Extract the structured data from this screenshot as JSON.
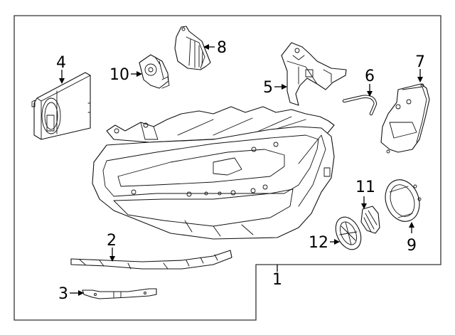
{
  "diagram": {
    "title": "Headlamp assembly parts diagram",
    "colors": {
      "line": "#111111",
      "background": "#ffffff",
      "frame": "#333333"
    },
    "callouts": [
      {
        "id": "1",
        "label": "1",
        "part": "headlamp-assembly"
      },
      {
        "id": "2",
        "label": "2",
        "part": "lower-bracket"
      },
      {
        "id": "3",
        "label": "3",
        "part": "small-bracket"
      },
      {
        "id": "4",
        "label": "4",
        "part": "control-module"
      },
      {
        "id": "5",
        "label": "5",
        "part": "upper-bracket"
      },
      {
        "id": "6",
        "label": "6",
        "part": "hose"
      },
      {
        "id": "7",
        "label": "7",
        "part": "side-module"
      },
      {
        "id": "8",
        "label": "8",
        "part": "cover"
      },
      {
        "id": "9",
        "label": "9",
        "part": "bulb-socket-ring"
      },
      {
        "id": "10",
        "label": "10",
        "part": "fan"
      },
      {
        "id": "11",
        "label": "11",
        "part": "seal"
      },
      {
        "id": "12",
        "label": "12",
        "part": "access-cap"
      }
    ]
  }
}
